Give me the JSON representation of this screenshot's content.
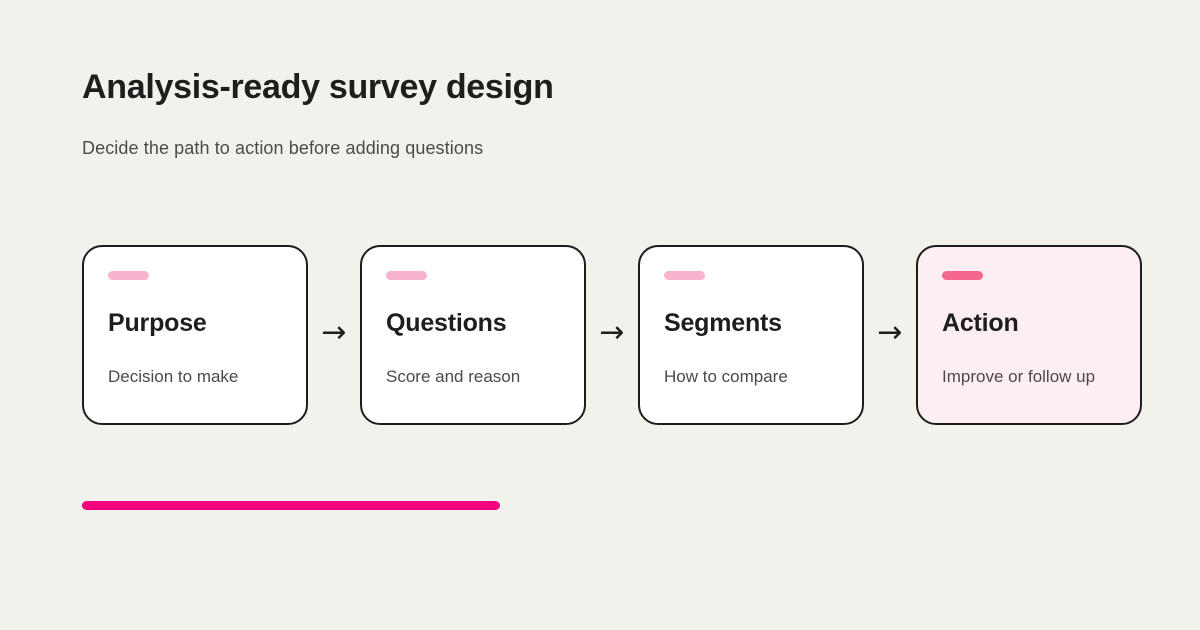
{
  "page": {
    "title": "Analysis-ready survey design",
    "subtitle": "Decide the path to action before adding questions"
  },
  "steps": [
    {
      "title": "Purpose",
      "description": "Decision to make",
      "highlighted": false
    },
    {
      "title": "Questions",
      "description": "Score and reason",
      "highlighted": false
    },
    {
      "title": "Segments",
      "description": "How to compare",
      "highlighted": false
    },
    {
      "title": "Action",
      "description": "Improve or follow up",
      "highlighted": true
    }
  ],
  "icons": {
    "arrow_right": "→"
  },
  "colors": {
    "background": "#f2f2ec",
    "card_background": "#ffffff",
    "card_border": "#1d1d1b",
    "highlight_card_background": "#fdeef4",
    "accent_pink_light": "#f7b3cd",
    "accent_pink_strong": "#f5688d",
    "underline": "#f3017e",
    "title_text": "#1e1e1c",
    "muted_text": "#4a4a4a"
  }
}
